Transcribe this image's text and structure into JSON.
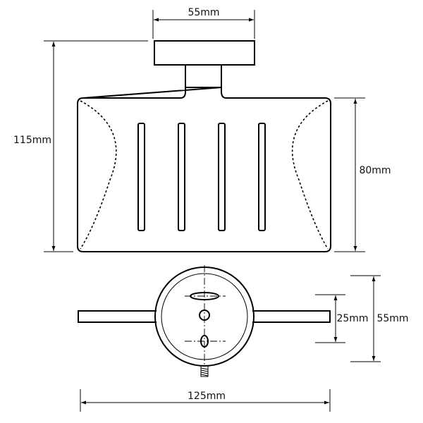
{
  "dimensions": {
    "width_top": "55mm",
    "height_overall": "115mm",
    "height_tray": "80mm",
    "depth_flange": "25mm",
    "depth_overall": "55mm",
    "width_overall": "125mm"
  },
  "colors": {
    "stroke": "#000000",
    "background": "#ffffff"
  }
}
